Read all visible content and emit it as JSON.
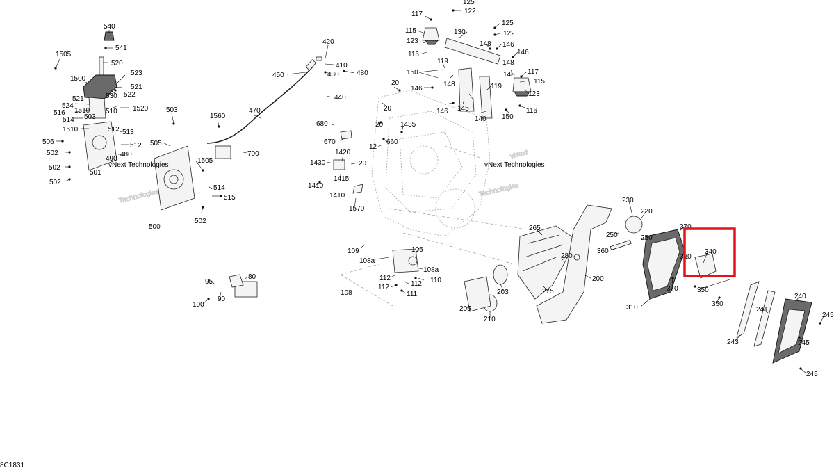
{
  "watermark_text": "vNext Technologies",
  "watermark_text_top": "vNext",
  "watermark_text_bottom": "Technologies",
  "diagram_code": "8C1831",
  "highlight_color": "#e8111b",
  "callouts": [
    {
      "id": "c540",
      "label": "540"
    },
    {
      "id": "c541",
      "label": "541"
    },
    {
      "id": "c520",
      "label": "520"
    },
    {
      "id": "c1505a",
      "label": "1505"
    },
    {
      "id": "c1500",
      "label": "1500"
    },
    {
      "id": "c523",
      "label": "523"
    },
    {
      "id": "c521a",
      "label": "521"
    },
    {
      "id": "c522",
      "label": "522"
    },
    {
      "id": "c521b",
      "label": "521"
    },
    {
      "id": "c530",
      "label": "530"
    },
    {
      "id": "c524",
      "label": "524"
    },
    {
      "id": "c516",
      "label": "516"
    },
    {
      "id": "c1510a",
      "label": "1510"
    },
    {
      "id": "c510",
      "label": "510"
    },
    {
      "id": "c1520",
      "label": "1520"
    },
    {
      "id": "c503a",
      "label": "503"
    },
    {
      "id": "c514a",
      "label": "514"
    },
    {
      "id": "c1510b",
      "label": "1510"
    },
    {
      "id": "c512a",
      "label": "512"
    },
    {
      "id": "c513",
      "label": "513"
    },
    {
      "id": "c506",
      "label": "506"
    },
    {
      "id": "c512b",
      "label": "512"
    },
    {
      "id": "c502a",
      "label": "502"
    },
    {
      "id": "c480a",
      "label": "480"
    },
    {
      "id": "c490",
      "label": "490"
    },
    {
      "id": "c502b",
      "label": "502"
    },
    {
      "id": "c501",
      "label": "501"
    },
    {
      "id": "c502c",
      "label": "502"
    },
    {
      "id": "c503b",
      "label": "503"
    },
    {
      "id": "c505",
      "label": "505"
    },
    {
      "id": "c1505b",
      "label": "1505"
    },
    {
      "id": "c514b",
      "label": "514"
    },
    {
      "id": "c515",
      "label": "515"
    },
    {
      "id": "c500",
      "label": "500"
    },
    {
      "id": "c502d",
      "label": "502"
    },
    {
      "id": "c1560",
      "label": "1560"
    },
    {
      "id": "c470",
      "label": "470"
    },
    {
      "id": "c700",
      "label": "700"
    },
    {
      "id": "c420",
      "label": "420"
    },
    {
      "id": "c410",
      "label": "410"
    },
    {
      "id": "c450",
      "label": "450"
    },
    {
      "id": "c430",
      "label": "430"
    },
    {
      "id": "c480b",
      "label": "480"
    },
    {
      "id": "c440",
      "label": "440"
    },
    {
      "id": "c117a",
      "label": "117"
    },
    {
      "id": "c125a",
      "label": "125"
    },
    {
      "id": "c122a",
      "label": "122"
    },
    {
      "id": "c115a",
      "label": "115"
    },
    {
      "id": "c130",
      "label": "130"
    },
    {
      "id": "c123a",
      "label": "123"
    },
    {
      "id": "c116a",
      "label": "116"
    },
    {
      "id": "c125b",
      "label": "125"
    },
    {
      "id": "c122b",
      "label": "122"
    },
    {
      "id": "c148a",
      "label": "148"
    },
    {
      "id": "c146a",
      "label": "146"
    },
    {
      "id": "c146b",
      "label": "146"
    },
    {
      "id": "c119a",
      "label": "119"
    },
    {
      "id": "c150a",
      "label": "150"
    },
    {
      "id": "c148b",
      "label": "148"
    },
    {
      "id": "c117b",
      "label": "117"
    },
    {
      "id": "c148c",
      "label": "148"
    },
    {
      "id": "c115b",
      "label": "115"
    },
    {
      "id": "c146c",
      "label": "146"
    },
    {
      "id": "c145",
      "label": "145"
    },
    {
      "id": "c148d",
      "label": "148"
    },
    {
      "id": "c119b",
      "label": "119"
    },
    {
      "id": "c123b",
      "label": "123"
    },
    {
      "id": "c146d",
      "label": "146"
    },
    {
      "id": "c140",
      "label": "140"
    },
    {
      "id": "c150b",
      "label": "150"
    },
    {
      "id": "c116b",
      "label": "116"
    },
    {
      "id": "c20a",
      "label": "20"
    },
    {
      "id": "c20b",
      "label": "20"
    },
    {
      "id": "c680",
      "label": "680"
    },
    {
      "id": "c20c",
      "label": "20"
    },
    {
      "id": "c1435",
      "label": "1435"
    },
    {
      "id": "c670",
      "label": "670"
    },
    {
      "id": "c660",
      "label": "660"
    },
    {
      "id": "c12",
      "label": "12"
    },
    {
      "id": "c1420",
      "label": "1420"
    },
    {
      "id": "c1430",
      "label": "1430"
    },
    {
      "id": "c20d",
      "label": "20"
    },
    {
      "id": "c1415",
      "label": "1415"
    },
    {
      "id": "c1410a",
      "label": "1410"
    },
    {
      "id": "c1410b",
      "label": "1410"
    },
    {
      "id": "c1570",
      "label": "1570"
    },
    {
      "id": "c109",
      "label": "109"
    },
    {
      "id": "c105",
      "label": "105"
    },
    {
      "id": "c108a1",
      "label": "108a"
    },
    {
      "id": "c108a2",
      "label": "108a"
    },
    {
      "id": "c112a",
      "label": "112"
    },
    {
      "id": "c110",
      "label": "110"
    },
    {
      "id": "c112b",
      "label": "112"
    },
    {
      "id": "c112c",
      "label": "112"
    },
    {
      "id": "c111",
      "label": "111"
    },
    {
      "id": "c108",
      "label": "108"
    },
    {
      "id": "c95",
      "label": "95"
    },
    {
      "id": "c80",
      "label": "80"
    },
    {
      "id": "c90",
      "label": "90"
    },
    {
      "id": "c100",
      "label": "100"
    },
    {
      "id": "c265",
      "label": "265"
    },
    {
      "id": "c280",
      "label": "280"
    },
    {
      "id": "c275",
      "label": "275"
    },
    {
      "id": "c203",
      "label": "203"
    },
    {
      "id": "c205",
      "label": "205"
    },
    {
      "id": "c210",
      "label": "210"
    },
    {
      "id": "c200",
      "label": "200"
    },
    {
      "id": "c230",
      "label": "230"
    },
    {
      "id": "c220",
      "label": "220"
    },
    {
      "id": "c250a",
      "label": "250"
    },
    {
      "id": "c250b",
      "label": "250"
    },
    {
      "id": "c360",
      "label": "360"
    },
    {
      "id": "c370a",
      "label": "370"
    },
    {
      "id": "c320",
      "label": "320"
    },
    {
      "id": "c340",
      "label": "340"
    },
    {
      "id": "c370b",
      "label": "370"
    },
    {
      "id": "c350a",
      "label": "350"
    },
    {
      "id": "c350b",
      "label": "350"
    },
    {
      "id": "c310",
      "label": "310"
    },
    {
      "id": "c240",
      "label": "240"
    },
    {
      "id": "c241",
      "label": "241"
    },
    {
      "id": "c245a",
      "label": "245"
    },
    {
      "id": "c245b",
      "label": "245"
    },
    {
      "id": "c245c",
      "label": "245"
    },
    {
      "id": "c243",
      "label": "243"
    }
  ]
}
